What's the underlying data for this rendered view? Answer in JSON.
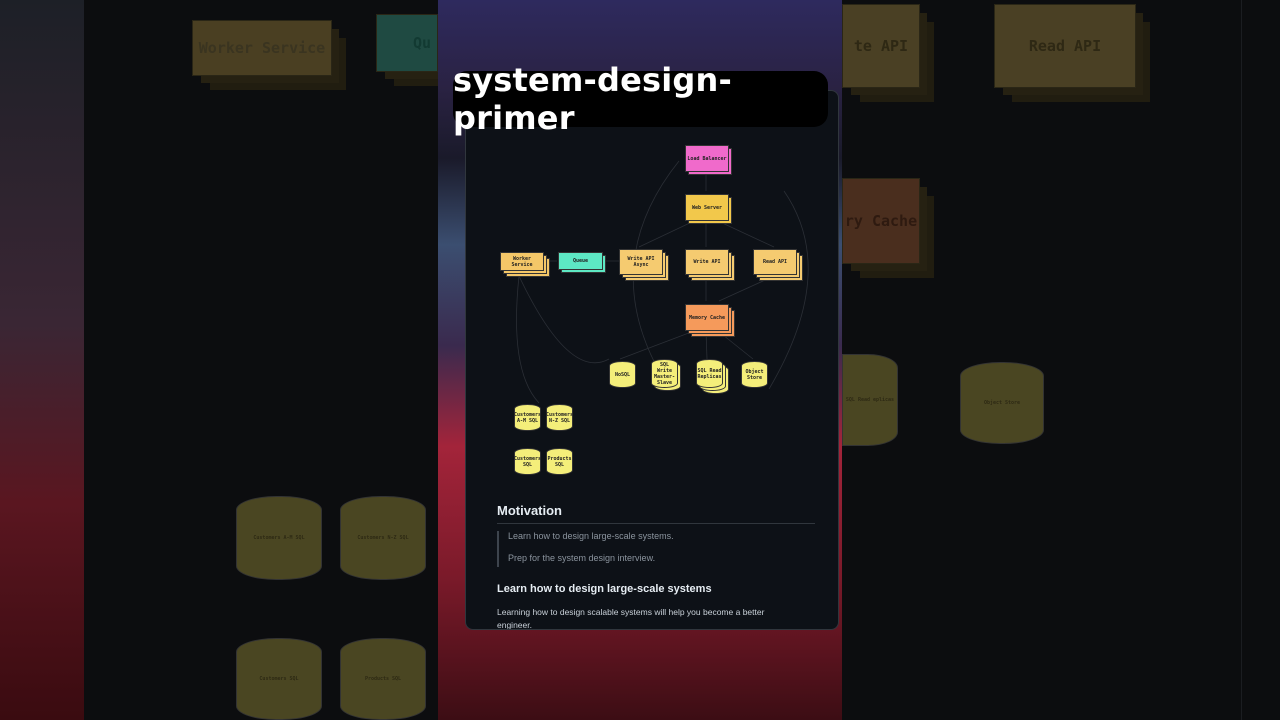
{
  "video_title": "system-design-primer",
  "diagram": {
    "nodes": {
      "load_balancer": "Load Balancer",
      "web_server": "Web Server",
      "worker_service": "Worker Service",
      "queue": "Queue",
      "write_api_async": "Write API Async",
      "write_api": "Write API",
      "read_api": "Read API",
      "memory_cache": "Memory Cache",
      "nosql": "NoSQL",
      "sql_write_master_slave": "SQL Write Master-Slave",
      "sql_read_replicas": "SQL Read Replicas",
      "object_store": "Object Store",
      "customers_am_sql": "Customers A-M SQL",
      "customers_nz_sql": "Customers N-Z SQL",
      "customers_sql": "Customers SQL",
      "products_sql": "Products SQL"
    },
    "colors": {
      "load_balancer": "#f06acb",
      "web_server": "#f2c84b",
      "worker_service": "#f4c768",
      "queue": "#5de8c4",
      "api": "#f5cb70",
      "memory_cache": "#f59a5b",
      "db": "#f4ee7a"
    }
  },
  "readme": {
    "motivation_heading": "Motivation",
    "quotes": [
      "Learn how to design large-scale systems.",
      "Prep for the system design interview."
    ],
    "subheading": "Learn how to design large-scale systems",
    "paragraph": "Learning how to design scalable systems will help you become a better engineer."
  },
  "background": {
    "left": {
      "worker_service": "Worker Service",
      "queue": "Qu",
      "customers_am_sql": "Customers A-M SQL",
      "customers_nz_sql": "Customers N-Z SQL",
      "customers_sql": "Customers SQL",
      "products_sql": "Products SQL"
    },
    "right": {
      "write_api": "te API",
      "read_api": "Read API",
      "memory_cache": "ry Cache",
      "sql_read_replicas": "SQL Read eplicas",
      "object_store": "Object Store"
    }
  }
}
